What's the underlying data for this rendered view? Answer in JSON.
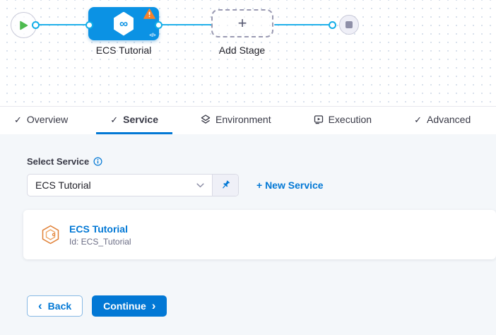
{
  "pipeline": {
    "stage_label": "ECS Tutorial",
    "stage_code_badge": "</>",
    "infinity_glyph": "∞",
    "add_stage_plus": "+",
    "add_stage_label": "Add Stage"
  },
  "tabs": [
    {
      "label": "Overview",
      "icon": "check"
    },
    {
      "label": "Service",
      "icon": "check",
      "active": true
    },
    {
      "label": "Environment",
      "icon": "environment-layers"
    },
    {
      "label": "Execution",
      "icon": "execution-play"
    },
    {
      "label": "Advanced",
      "icon": "check"
    }
  ],
  "service_form": {
    "label": "Select Service",
    "selected_service": "ECS Tutorial",
    "new_service_link": "+ New Service",
    "card_title": "ECS Tutorial",
    "card_id": "Id: ECS_Tutorial"
  },
  "footer": {
    "back_chevron": "‹",
    "back": "Back",
    "continue": "Continue",
    "continue_chevron": "›"
  },
  "colors": {
    "primary": "#0278d5",
    "node_blue": "#0b92e4",
    "edge_cyan": "#21b1ea",
    "warning_orange": "#f7822a",
    "success_green": "#4dba4f",
    "panel_bg": "#f4f7fa"
  },
  "glyphs": {
    "check": "✓"
  }
}
